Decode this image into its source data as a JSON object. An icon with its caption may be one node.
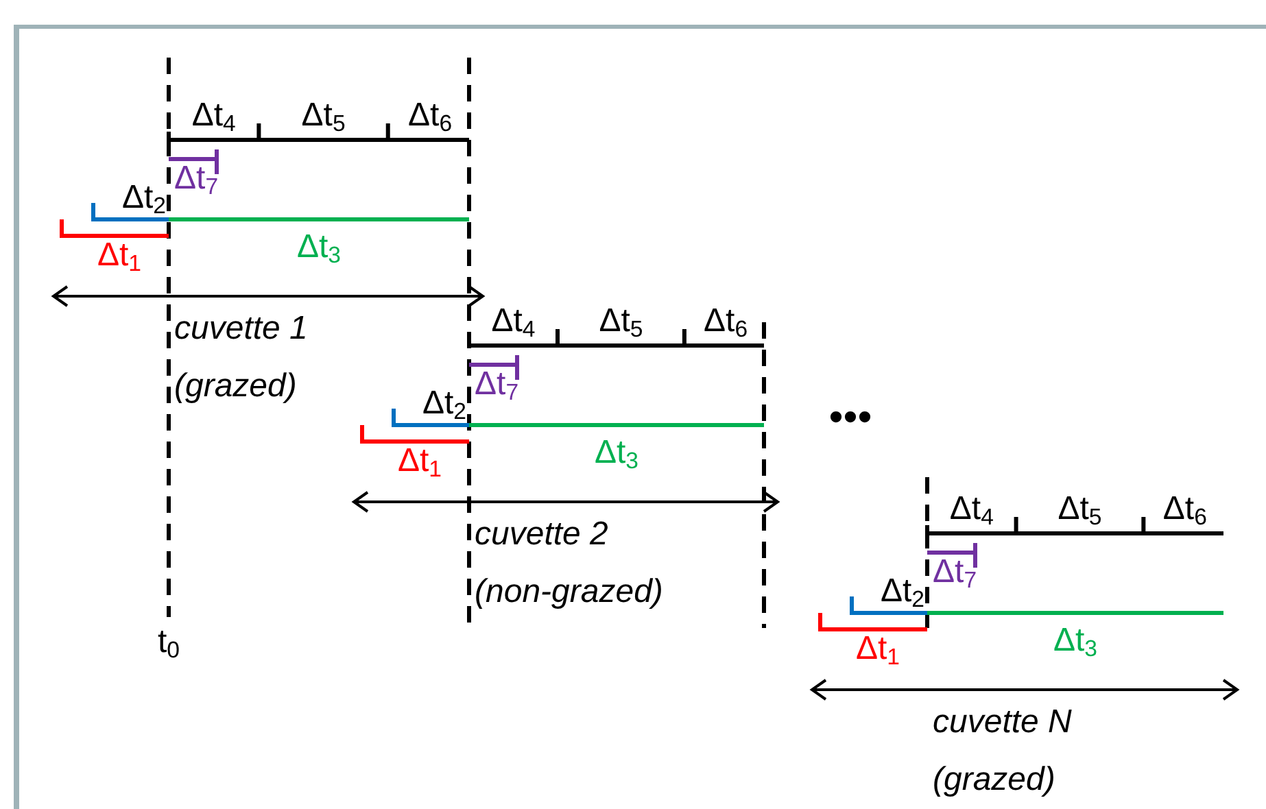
{
  "diagram": {
    "labels": [
      "Δt$_{4}$",
      "Δt$_{5}$",
      "Δt$_{6}$",
      "Δt$_{7}$",
      "Δt$_{2}$",
      "Δt$_{1}$",
      "Δt$_{3}$",
      "cuvette 1",
      "(grazed)",
      "Δt$_{4}$",
      "Δt$_{5}$",
      "Δt$_{6}$",
      "Δt$_{7}$",
      "Δt$_{2}$",
      "Δt$_{1}$",
      "Δt$_{3}$",
      "cuvette 2",
      "(non-grazed)",
      "Δt$_{4}$",
      "Δt$_{5}$",
      "Δt$_{6}$",
      "Δt$_{7}$",
      "Δt$_{2}$",
      "Δt$_{1}$",
      "Δt$_{3}$",
      "cuvette N",
      "(grazed)",
      "t$_{0}$",
      "•••"
    ]
  }
}
